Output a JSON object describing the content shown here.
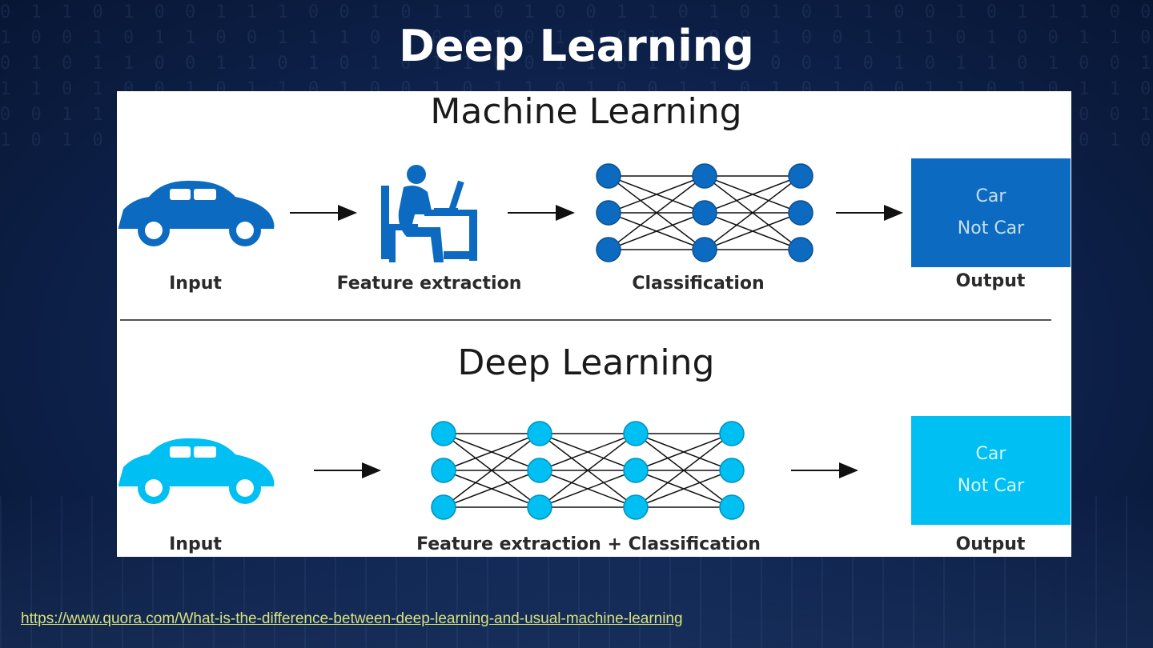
{
  "slide": {
    "title": "Deep Learning",
    "source_link": "https://www.quora.com/What-is-the-difference-between-deep-learning-and-usual-machine-learning"
  },
  "colors": {
    "ml_blue": "#0c6bc1",
    "dl_cyan": "#00bff3",
    "link": "#d8e27a"
  },
  "machine_learning": {
    "title": "Machine Learning",
    "stages": {
      "input": "Input",
      "feature_extraction": "Feature extraction",
      "classification": "Classification",
      "output": "Output"
    },
    "output_box": {
      "line1": "Car",
      "line2": "Not Car"
    },
    "icons": [
      "car-icon",
      "person-at-desk-icon",
      "neural-network-icon"
    ]
  },
  "deep_learning": {
    "title": "Deep Learning",
    "stages": {
      "input": "Input",
      "feature_extraction_classification": "Feature extraction + Classification",
      "output": "Output"
    },
    "output_box": {
      "line1": "Car",
      "line2": "Not Car"
    },
    "icons": [
      "car-icon",
      "neural-network-icon"
    ]
  }
}
